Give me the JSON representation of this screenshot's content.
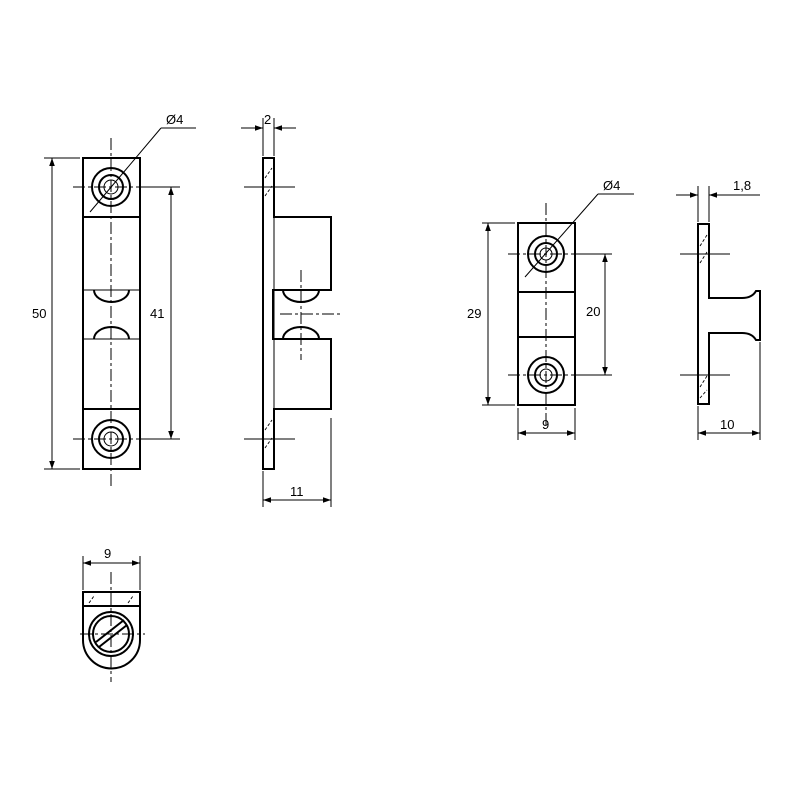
{
  "labels": {
    "large_hole_dia": "Ø4",
    "large_plate_thickness": "2",
    "large_height": "50",
    "large_hole_spacing": "41",
    "large_depth": "11",
    "large_bottom_width": "9",
    "small_hole_dia": "Ø4",
    "small_plate_thickness": "1,8",
    "small_height": "29",
    "small_hole_spacing": "20",
    "small_width": "9",
    "small_depth": "10"
  }
}
